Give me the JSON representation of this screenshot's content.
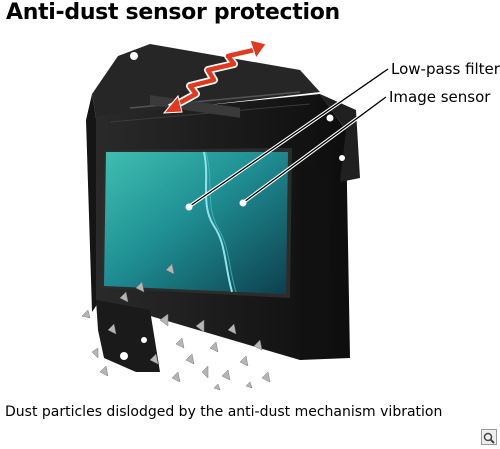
{
  "title": "Anti-dust sensor protection",
  "labels": {
    "low_pass_filter": "Low-pass filter",
    "image_sensor": "Image sensor"
  },
  "caption": "Dust particles dislodged by the anti-dust mechanism vibration",
  "colors": {
    "frame": "#1c1c1c",
    "sensor_dark": "#0e3b44",
    "sensor_light": "#29b5a8",
    "arrow": "#e2381e"
  },
  "icons": {
    "zoom": "magnifier-icon"
  }
}
